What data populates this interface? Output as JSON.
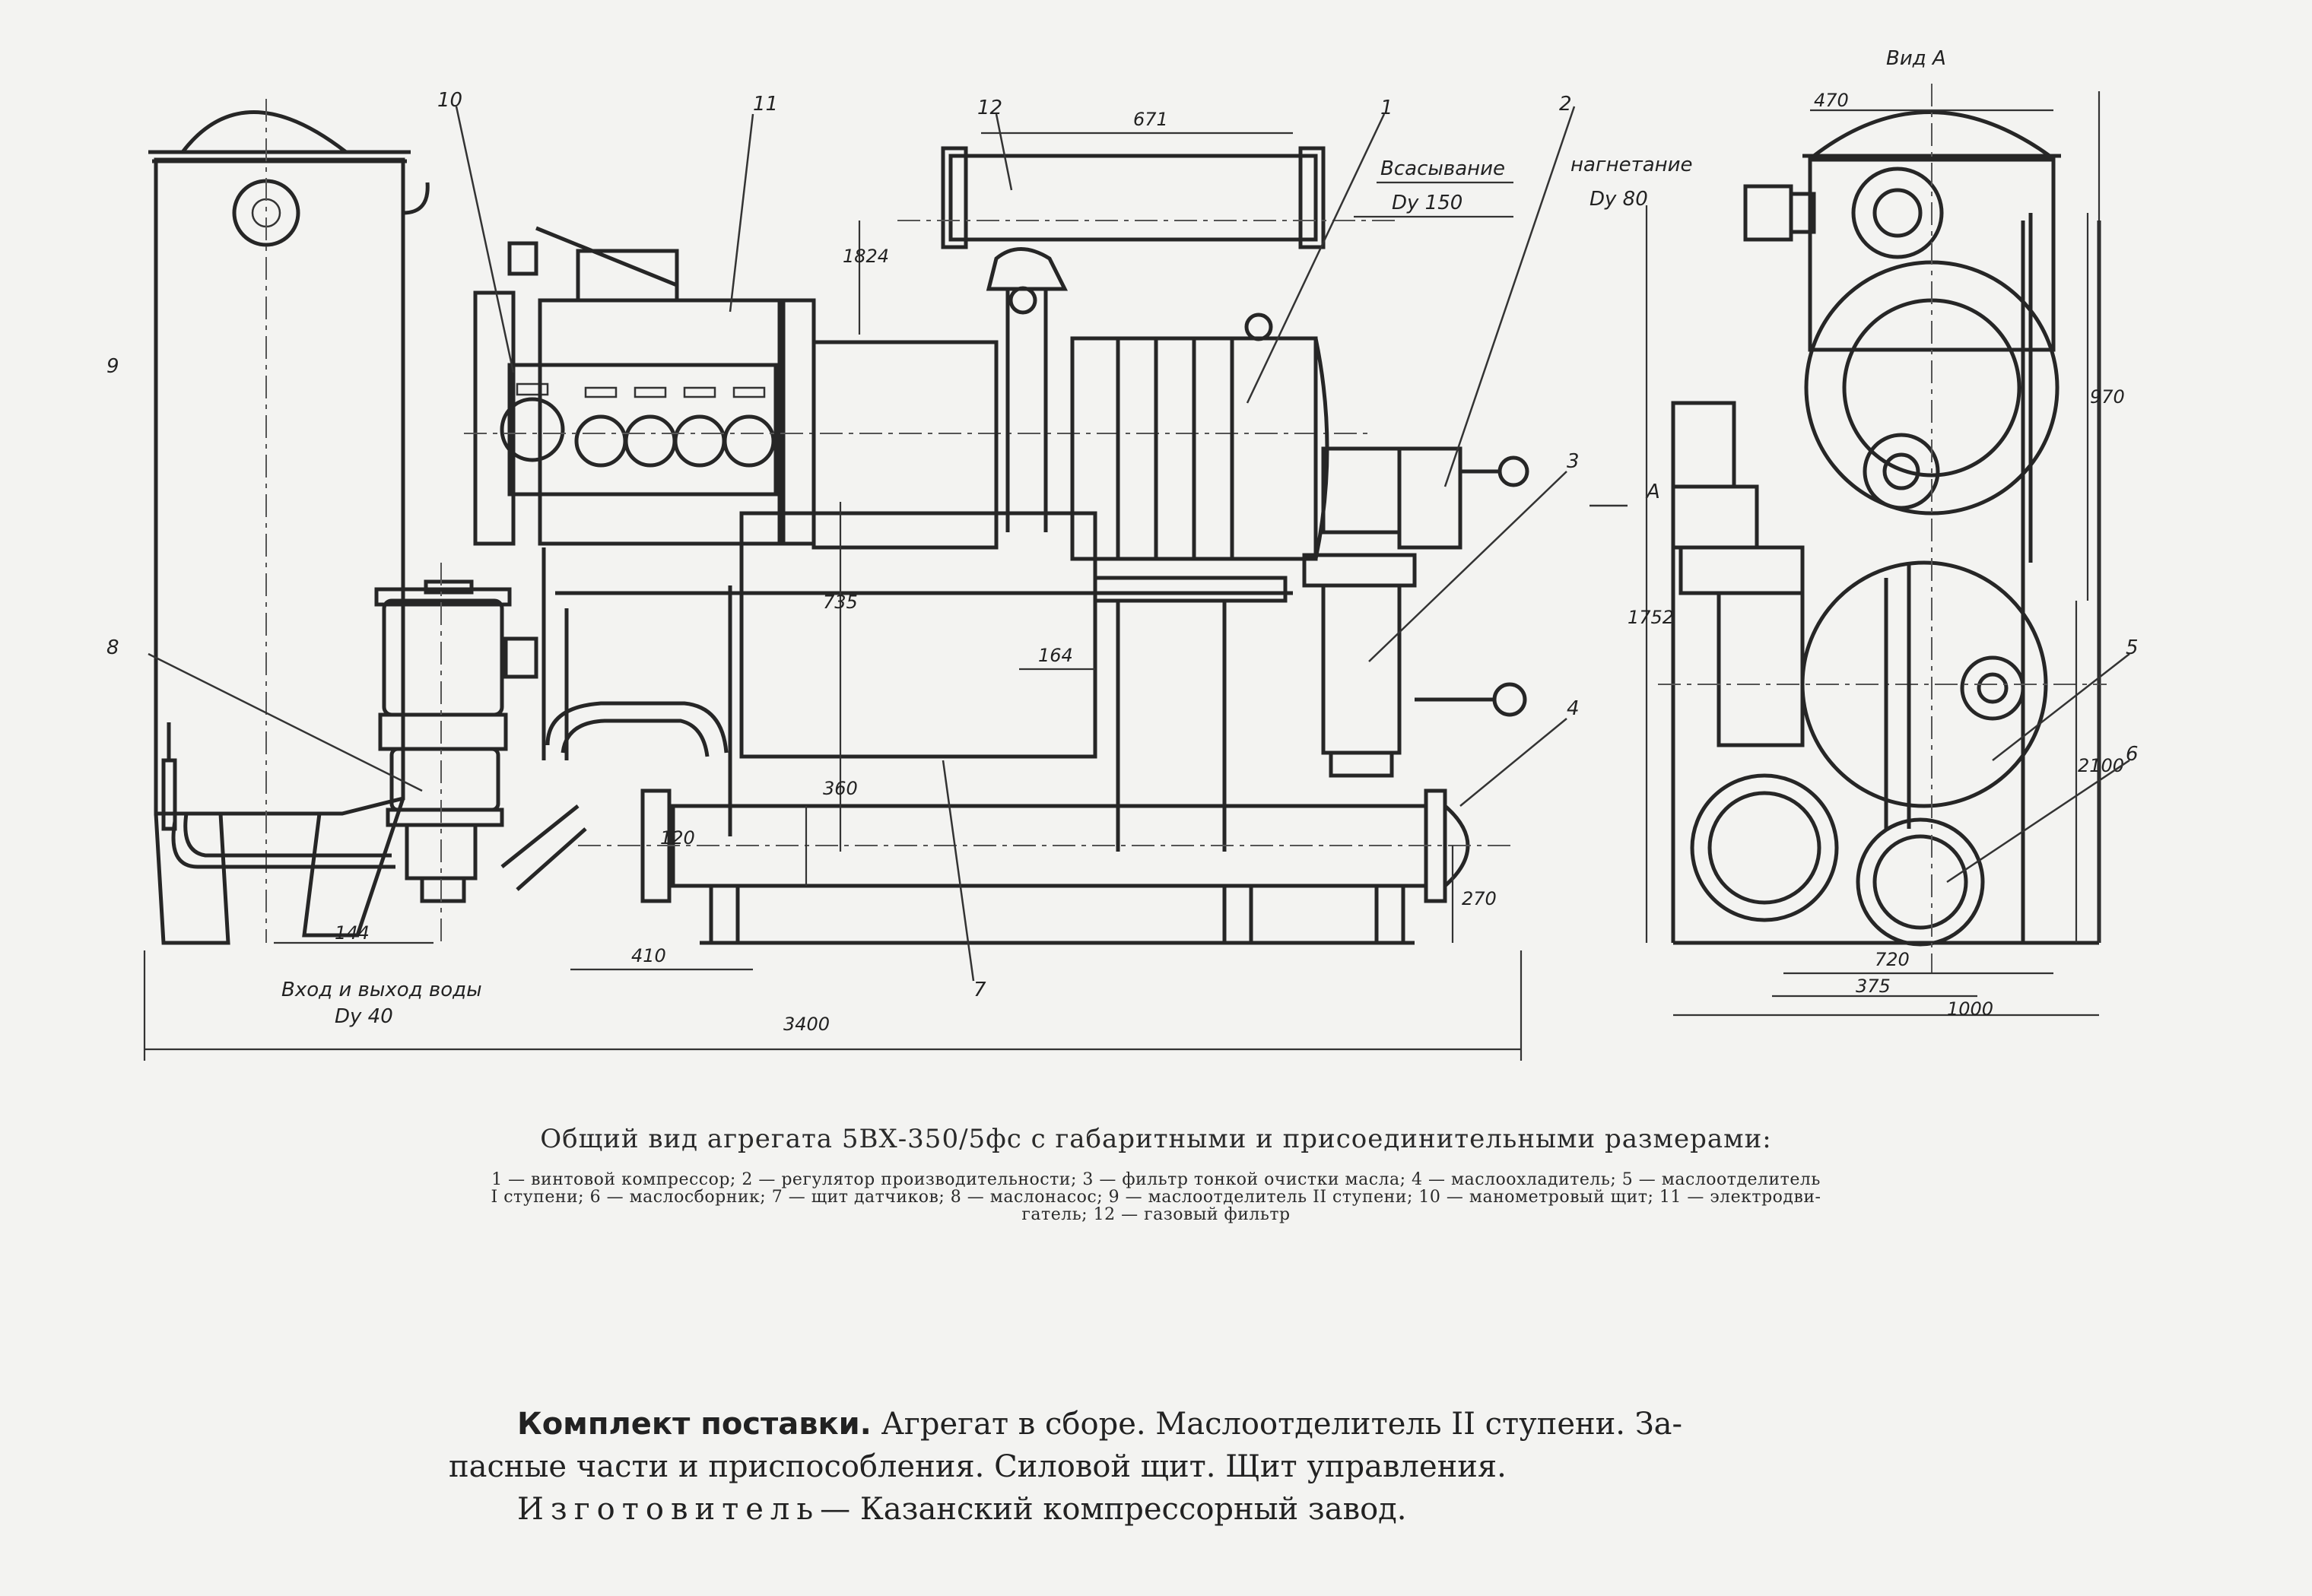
{
  "drawing": {
    "labels": {
      "l1": "1",
      "l2": "2",
      "l3": "3",
      "l4": "4",
      "l5": "5",
      "l6": "6",
      "l7": "7",
      "l8": "8",
      "l9": "9",
      "l10": "10",
      "l11": "11",
      "l12": "12"
    },
    "dimensions": {
      "d671": "671",
      "d1824": "1824",
      "d735": "735",
      "d164": "164",
      "d360": "360",
      "d120": "120",
      "d270": "270",
      "d144": "144",
      "d410": "410",
      "d3400": "3400",
      "d470": "470",
      "d970": "970",
      "d1752": "1752",
      "d2100": "2100",
      "d720": "720",
      "d375": "375",
      "d1000": "1000"
    },
    "notes": {
      "suction": "Всасывание",
      "suction_dn": "Dу 150",
      "discharge": "нагнетание",
      "discharge_dn": "Dу 80",
      "water": "Вход и выход воды",
      "water_dn": "Dу 40",
      "view": "Вид А",
      "arrow_a": "А"
    }
  },
  "caption": {
    "title": "Общий вид агрегата 5ВХ-350/5фс с габаритными и присоединительными размерами:",
    "legend_line1": "1 — винтовой компрессор; 2 — регулятор производительности; 3 — фильтр тонкой очистки масла; 4 — маслоохладитель; 5 — маслоотделитель",
    "legend_line2": "I ступени; 6 — маслосборник; 7 — щит датчиков; 8 — маслонасос; 9 — маслоотделитель II ступени; 10 — манометровый щит; 11 — электродви-",
    "legend_line3": "гатель; 12 — газовый фильтр"
  },
  "supply": {
    "heading": "Комплект поставки.",
    "text1": " Агрегат в сборе. Маслоотделитель II ступени. За-",
    "text2": "пасные части и приспособления. Силовой щит. Щит управления.",
    "maker_label": "Изготовитель",
    "maker_text": "— Казанский компрессорный завод."
  }
}
